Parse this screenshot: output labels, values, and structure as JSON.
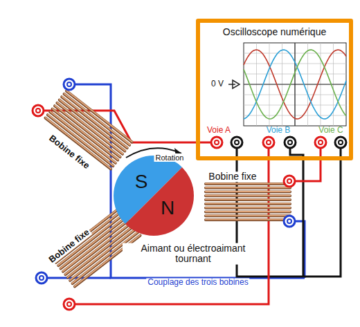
{
  "diagram": {
    "nodes": [
      {
        "text": [
          "Oscilloscope numérique"
        ]
      },
      {
        "text": [
          "S",
          "N"
        ]
      }
    ],
    "labels": [
      "0 V",
      "Voie A",
      "Voie B",
      "Voie C",
      "Rotation",
      "Bobine fixe",
      "Bobine fixe",
      "Bobine fixe",
      "Aimant ou électroaimant tournant",
      "Couplage des trois bobines"
    ]
  }
}
